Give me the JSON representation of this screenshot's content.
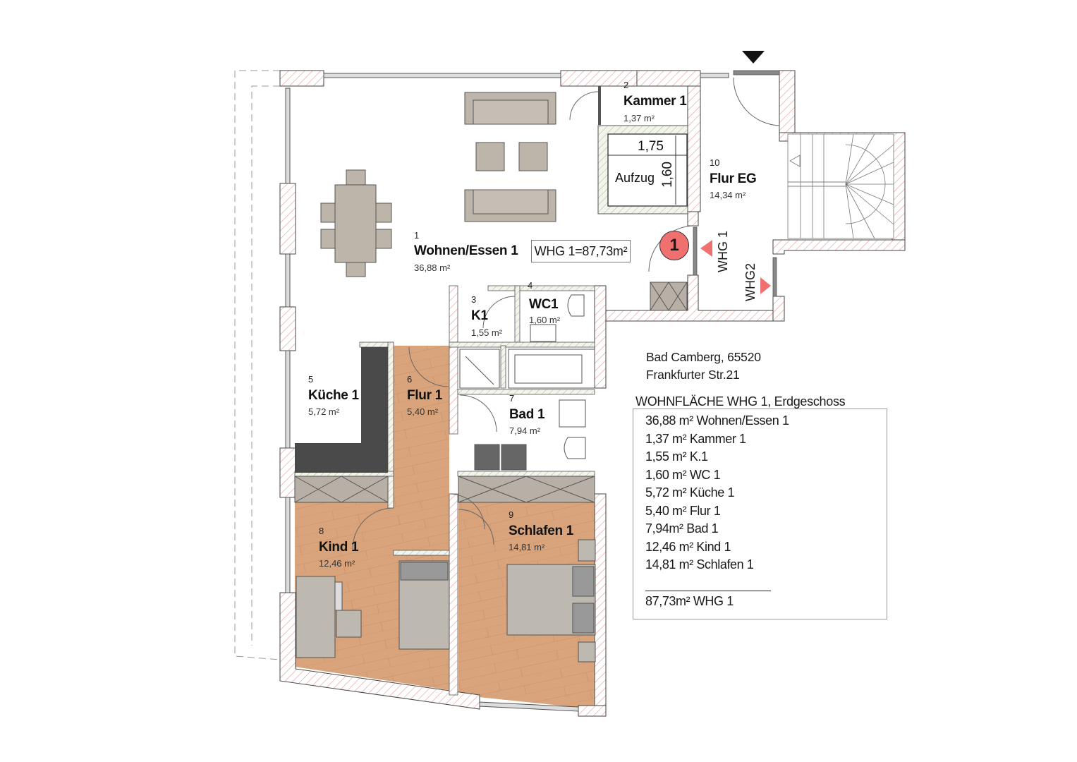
{
  "plan": {
    "title": "WOHNFLÄCHE WHG 1, Erdgeschoss",
    "address": {
      "line1": "Bad Camberg, 65520",
      "line2": "Frankfurter Str.21"
    },
    "unit_badge": "WHG 1=87,73m²",
    "entrance_marker": "1",
    "entrance_labels": {
      "whg1": "WHG 1",
      "whg2": "WHG2"
    },
    "elevator": {
      "label": "Aufzug",
      "width": "1,75",
      "depth": "1,60"
    },
    "rooms": [
      {
        "number": "1",
        "name": "Wohnen/Essen 1",
        "area": "36,88 m²"
      },
      {
        "number": "2",
        "name": "Kammer 1",
        "area": "1,37 m²"
      },
      {
        "number": "3",
        "name": "K1",
        "area": "1,55 m²"
      },
      {
        "number": "4",
        "name": "WC1",
        "area": "1,60 m²"
      },
      {
        "number": "5",
        "name": "Küche 1",
        "area": "5,72 m²"
      },
      {
        "number": "6",
        "name": "Flur 1",
        "area": "5,40 m²"
      },
      {
        "number": "7",
        "name": "Bad 1",
        "area": "7,94 m²"
      },
      {
        "number": "8",
        "name": "Kind 1",
        "area": "12,46 m²"
      },
      {
        "number": "9",
        "name": "Schlafen 1",
        "area": "14,81 m²"
      },
      {
        "number": "10",
        "name": "Flur EG",
        "area": "14,34 m²"
      }
    ],
    "colors": {
      "wall_hatch": "#e8a0a0",
      "floor_wood": "#d9a47c",
      "furniture": "#b8b0a6",
      "marker": "#f07070",
      "kitchen_counter": "#4a4a4a"
    }
  },
  "area_table": {
    "rows": [
      "36,88 m²  Wohnen/Essen 1",
      "1,37 m²  Kammer 1",
      "1,55 m²  K.1",
      "1,60 m²  WC 1",
      "5,72 m² Küche 1",
      "5,40 m² Flur 1",
      "7,94m²  Bad 1",
      "12,46 m²  Kind 1",
      "14,81 m² Schlafen 1"
    ],
    "total": "87,73m²  WHG 1"
  }
}
